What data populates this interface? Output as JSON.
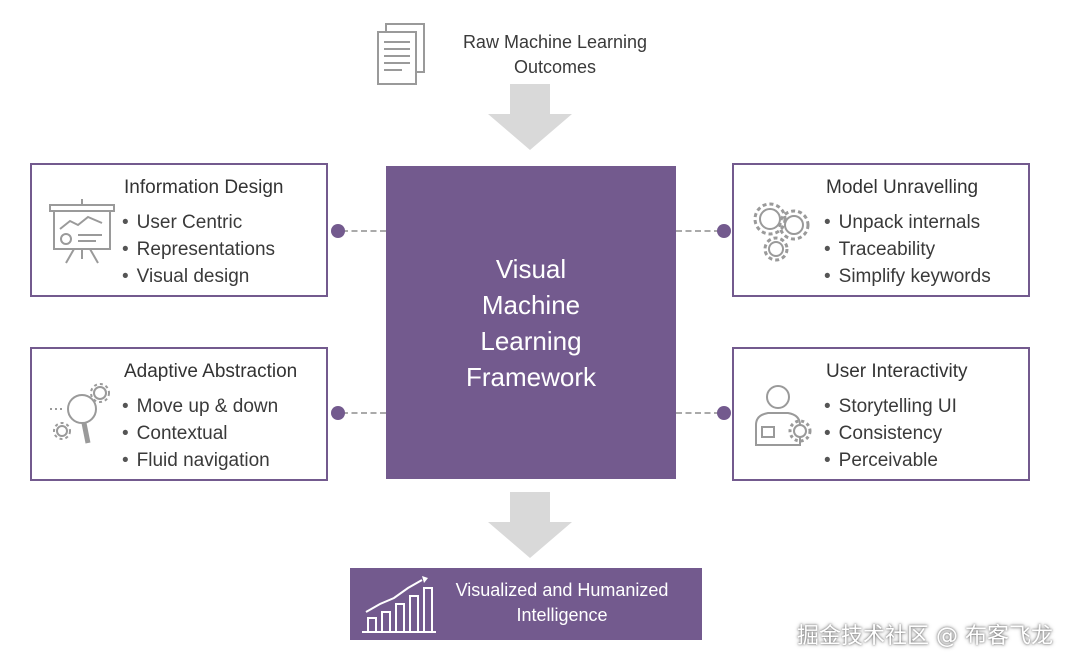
{
  "input": {
    "title_lines": [
      "Raw Machine Learning",
      "Outcomes"
    ],
    "icon": "document-stack-icon"
  },
  "center": {
    "title_lines": [
      "Visual",
      "Machine",
      "Learning",
      "Framework"
    ]
  },
  "panels": {
    "info": {
      "title": "Information Design",
      "icon": "presentation-board-icon",
      "items": [
        "User Centric",
        "Representations",
        "Visual design"
      ]
    },
    "model": {
      "title": "Model Unravelling",
      "icon": "gears-icon",
      "items": [
        "Unpack internals",
        "Traceability",
        "Simplify keywords"
      ]
    },
    "adapt": {
      "title": "Adaptive Abstraction",
      "icon": "magnifier-gears-icon",
      "items": [
        "Move up & down",
        "Contextual",
        "Fluid navigation"
      ]
    },
    "user": {
      "title": "User Interactivity",
      "icon": "user-gear-icon",
      "items": [
        "Storytelling UI",
        "Consistency",
        "Perceivable"
      ]
    }
  },
  "output": {
    "title_lines": [
      "Visualized and Humanized",
      "Intelligence"
    ],
    "icon": "growth-chart-icon"
  },
  "watermark": "掘金技术社区 @ 布客飞龙",
  "colors": {
    "accent": "#735a8e",
    "arrow": "#d9d9d9",
    "connector": "#aaaaaa",
    "icon": "#9a9a9a"
  }
}
